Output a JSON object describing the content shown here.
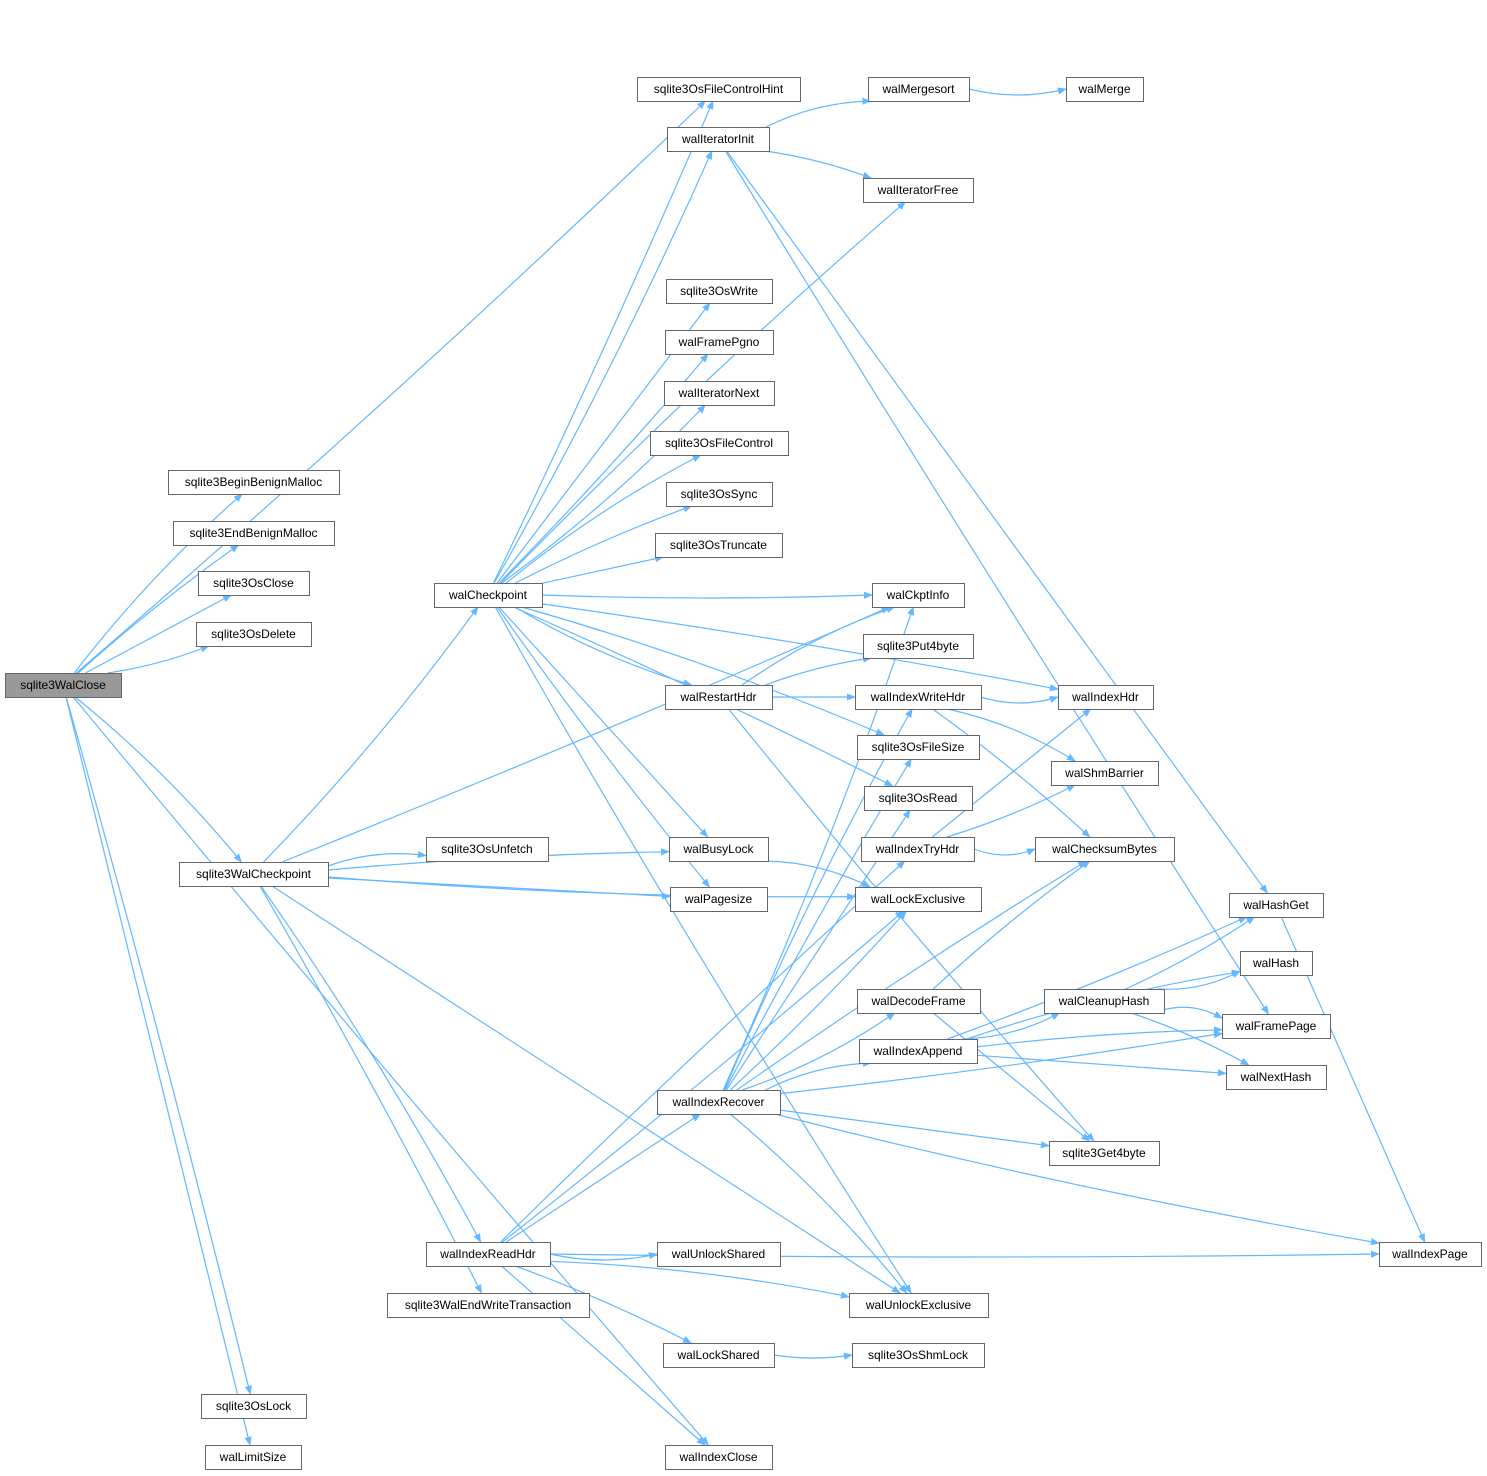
{
  "graph": {
    "root": "sqlite3WalClose",
    "colors": {
      "edge": "#63b8ff",
      "node_border": "#666666",
      "root_fill": "#999999",
      "node_fill": "#ffffff"
    },
    "nodes": [
      {
        "id": "sqlite3WalClose",
        "label": "sqlite3WalClose"
      },
      {
        "id": "sqlite3BeginBenignMalloc",
        "label": "sqlite3BeginBenignMalloc"
      },
      {
        "id": "sqlite3EndBenignMalloc",
        "label": "sqlite3EndBenignMalloc"
      },
      {
        "id": "sqlite3OsClose",
        "label": "sqlite3OsClose"
      },
      {
        "id": "sqlite3OsDelete",
        "label": "sqlite3OsDelete"
      },
      {
        "id": "sqlite3OsFileControlHint",
        "label": "sqlite3OsFileControlHint"
      },
      {
        "id": "sqlite3WalCheckpoint",
        "label": "sqlite3WalCheckpoint"
      },
      {
        "id": "sqlite3OsLock",
        "label": "sqlite3OsLock"
      },
      {
        "id": "walLimitSize",
        "label": "walLimitSize"
      },
      {
        "id": "walIndexClose",
        "label": "walIndexClose"
      },
      {
        "id": "walCheckpoint",
        "label": "walCheckpoint"
      },
      {
        "id": "sqlite3OsUnfetch",
        "label": "sqlite3OsUnfetch"
      },
      {
        "id": "walIndexReadHdr",
        "label": "walIndexReadHdr"
      },
      {
        "id": "sqlite3WalEndWriteTransaction",
        "label": "sqlite3WalEndWriteTransaction"
      },
      {
        "id": "walIteratorInit",
        "label": "walIteratorInit"
      },
      {
        "id": "sqlite3OsWrite",
        "label": "sqlite3OsWrite"
      },
      {
        "id": "walFramePgno",
        "label": "walFramePgno"
      },
      {
        "id": "walIteratorNext",
        "label": "walIteratorNext"
      },
      {
        "id": "sqlite3OsFileControl",
        "label": "sqlite3OsFileControl"
      },
      {
        "id": "sqlite3OsSync",
        "label": "sqlite3OsSync"
      },
      {
        "id": "sqlite3OsTruncate",
        "label": "sqlite3OsTruncate"
      },
      {
        "id": "walRestartHdr",
        "label": "walRestartHdr"
      },
      {
        "id": "walBusyLock",
        "label": "walBusyLock"
      },
      {
        "id": "walPagesize",
        "label": "walPagesize"
      },
      {
        "id": "walIndexRecover",
        "label": "walIndexRecover"
      },
      {
        "id": "walUnlockShared",
        "label": "walUnlockShared"
      },
      {
        "id": "walLockShared",
        "label": "walLockShared"
      },
      {
        "id": "walMergesort",
        "label": "walMergesort"
      },
      {
        "id": "walMerge",
        "label": "walMerge"
      },
      {
        "id": "walIteratorFree",
        "label": "walIteratorFree"
      },
      {
        "id": "walCkptInfo",
        "label": "walCkptInfo"
      },
      {
        "id": "sqlite3Put4byte",
        "label": "sqlite3Put4byte"
      },
      {
        "id": "walIndexWriteHdr",
        "label": "walIndexWriteHdr"
      },
      {
        "id": "sqlite3OsFileSize",
        "label": "sqlite3OsFileSize"
      },
      {
        "id": "sqlite3OsRead",
        "label": "sqlite3OsRead"
      },
      {
        "id": "walIndexTryHdr",
        "label": "walIndexTryHdr"
      },
      {
        "id": "walLockExclusive",
        "label": "walLockExclusive"
      },
      {
        "id": "walDecodeFrame",
        "label": "walDecodeFrame"
      },
      {
        "id": "walIndexAppend",
        "label": "walIndexAppend"
      },
      {
        "id": "walUnlockExclusive",
        "label": "walUnlockExclusive"
      },
      {
        "id": "sqlite3OsShmLock",
        "label": "sqlite3OsShmLock"
      },
      {
        "id": "walIndexHdr",
        "label": "walIndexHdr"
      },
      {
        "id": "walShmBarrier",
        "label": "walShmBarrier"
      },
      {
        "id": "walChecksumBytes",
        "label": "walChecksumBytes"
      },
      {
        "id": "walCleanupHash",
        "label": "walCleanupHash"
      },
      {
        "id": "sqlite3Get4byte",
        "label": "sqlite3Get4byte"
      },
      {
        "id": "walHashGet",
        "label": "walHashGet"
      },
      {
        "id": "walHash",
        "label": "walHash"
      },
      {
        "id": "walFramePage",
        "label": "walFramePage"
      },
      {
        "id": "walNextHash",
        "label": "walNextHash"
      },
      {
        "id": "walIndexPage",
        "label": "walIndexPage"
      }
    ],
    "edges": [
      [
        "sqlite3WalClose",
        "sqlite3BeginBenignMalloc"
      ],
      [
        "sqlite3WalClose",
        "sqlite3EndBenignMalloc"
      ],
      [
        "sqlite3WalClose",
        "sqlite3OsClose"
      ],
      [
        "sqlite3WalClose",
        "sqlite3OsDelete"
      ],
      [
        "sqlite3WalClose",
        "sqlite3OsFileControlHint"
      ],
      [
        "sqlite3WalClose",
        "sqlite3WalCheckpoint"
      ],
      [
        "sqlite3WalClose",
        "sqlite3OsLock"
      ],
      [
        "sqlite3WalClose",
        "walLimitSize"
      ],
      [
        "sqlite3WalClose",
        "walIndexClose"
      ],
      [
        "sqlite3WalCheckpoint",
        "walCheckpoint"
      ],
      [
        "sqlite3WalCheckpoint",
        "sqlite3OsUnfetch"
      ],
      [
        "sqlite3WalCheckpoint",
        "walBusyLock"
      ],
      [
        "sqlite3WalCheckpoint",
        "walPagesize"
      ],
      [
        "sqlite3WalCheckpoint",
        "walCkptInfo"
      ],
      [
        "sqlite3WalCheckpoint",
        "walLockExclusive"
      ],
      [
        "sqlite3WalCheckpoint",
        "walIndexReadHdr"
      ],
      [
        "sqlite3WalCheckpoint",
        "sqlite3WalEndWriteTransaction"
      ],
      [
        "sqlite3WalCheckpoint",
        "walUnlockExclusive"
      ],
      [
        "walCheckpoint",
        "sqlite3OsFileControlHint"
      ],
      [
        "walCheckpoint",
        "walIteratorInit"
      ],
      [
        "walCheckpoint",
        "walIteratorFree"
      ],
      [
        "walCheckpoint",
        "walIndexHdr"
      ],
      [
        "walCheckpoint",
        "sqlite3OsWrite"
      ],
      [
        "walCheckpoint",
        "walFramePgno"
      ],
      [
        "walCheckpoint",
        "walIteratorNext"
      ],
      [
        "walCheckpoint",
        "sqlite3OsFileControl"
      ],
      [
        "walCheckpoint",
        "sqlite3OsSync"
      ],
      [
        "walCheckpoint",
        "sqlite3OsTruncate"
      ],
      [
        "walCheckpoint",
        "walCkptInfo"
      ],
      [
        "walCheckpoint",
        "walRestartHdr"
      ],
      [
        "walCheckpoint",
        "sqlite3OsFileSize"
      ],
      [
        "walCheckpoint",
        "sqlite3OsRead"
      ],
      [
        "walCheckpoint",
        "walBusyLock"
      ],
      [
        "walCheckpoint",
        "walPagesize"
      ],
      [
        "walCheckpoint",
        "walUnlockExclusive"
      ],
      [
        "walIteratorInit",
        "walMergesort"
      ],
      [
        "walIteratorInit",
        "walIteratorFree"
      ],
      [
        "walIteratorInit",
        "walHashGet"
      ],
      [
        "walIteratorInit",
        "walFramePage"
      ],
      [
        "walMergesort",
        "walMerge"
      ],
      [
        "walRestartHdr",
        "walCkptInfo"
      ],
      [
        "walRestartHdr",
        "sqlite3Put4byte"
      ],
      [
        "walRestartHdr",
        "walIndexWriteHdr"
      ],
      [
        "walRestartHdr",
        "sqlite3Get4byte"
      ],
      [
        "walIndexWriteHdr",
        "walIndexHdr"
      ],
      [
        "walIndexWriteHdr",
        "walShmBarrier"
      ],
      [
        "walIndexWriteHdr",
        "walChecksumBytes"
      ],
      [
        "walIndexTryHdr",
        "walIndexHdr"
      ],
      [
        "walIndexTryHdr",
        "walShmBarrier"
      ],
      [
        "walIndexTryHdr",
        "walChecksumBytes"
      ],
      [
        "walBusyLock",
        "walLockExclusive"
      ],
      [
        "walIndexReadHdr",
        "walIndexTryHdr"
      ],
      [
        "walIndexReadHdr",
        "walIndexRecover"
      ],
      [
        "walIndexReadHdr",
        "walLockExclusive"
      ],
      [
        "walIndexReadHdr",
        "walUnlockShared"
      ],
      [
        "walIndexReadHdr",
        "walUnlockExclusive"
      ],
      [
        "walIndexReadHdr",
        "walLockShared"
      ],
      [
        "walIndexReadHdr",
        "walIndexClose"
      ],
      [
        "walIndexReadHdr",
        "walIndexPage"
      ],
      [
        "walIndexRecover",
        "walCkptInfo"
      ],
      [
        "walIndexRecover",
        "walIndexWriteHdr"
      ],
      [
        "walIndexRecover",
        "sqlite3OsFileSize"
      ],
      [
        "walIndexRecover",
        "sqlite3OsRead"
      ],
      [
        "walIndexRecover",
        "walLockExclusive"
      ],
      [
        "walIndexRecover",
        "walDecodeFrame"
      ],
      [
        "walIndexRecover",
        "walIndexAppend"
      ],
      [
        "walIndexRecover",
        "walChecksumBytes"
      ],
      [
        "walIndexRecover",
        "sqlite3Get4byte"
      ],
      [
        "walIndexRecover",
        "walFramePage"
      ],
      [
        "walIndexRecover",
        "walIndexPage"
      ],
      [
        "walIndexRecover",
        "walUnlockExclusive"
      ],
      [
        "walDecodeFrame",
        "walChecksumBytes"
      ],
      [
        "walDecodeFrame",
        "sqlite3Get4byte"
      ],
      [
        "walIndexAppend",
        "walHashGet"
      ],
      [
        "walIndexAppend",
        "walCleanupHash"
      ],
      [
        "walIndexAppend",
        "walHash"
      ],
      [
        "walIndexAppend",
        "walFramePage"
      ],
      [
        "walIndexAppend",
        "walNextHash"
      ],
      [
        "walCleanupHash",
        "walHashGet"
      ],
      [
        "walCleanupHash",
        "walHash"
      ],
      [
        "walCleanupHash",
        "walFramePage"
      ],
      [
        "walCleanupHash",
        "walNextHash"
      ],
      [
        "walHashGet",
        "walIndexPage"
      ],
      [
        "walLockShared",
        "sqlite3OsShmLock"
      ]
    ]
  }
}
